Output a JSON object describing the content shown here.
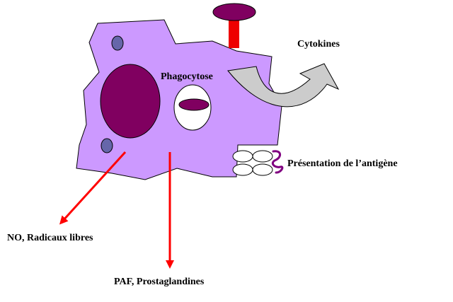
{
  "labels": {
    "phagocytose": "Phagocytose",
    "cytokines": "Cytokines",
    "presentation": "Présentation de l’antigène",
    "no_radicaux": "NO, Radicaux libres",
    "paf": "PAF, Prostaglandines"
  },
  "colors": {
    "cell_fill": "#cc99ff",
    "nucleus": "#800060",
    "granule": "#6666aa",
    "receptor_stem": "#ee0000",
    "arrow_red": "#ff0000",
    "cytokine_arrow": "#cccccc",
    "antigen": "#800080"
  }
}
